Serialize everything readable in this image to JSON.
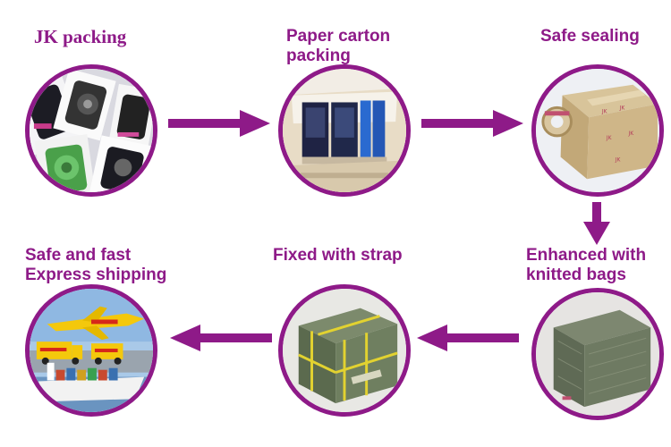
{
  "steps": [
    {
      "label": "JK packing"
    },
    {
      "label_line1": "Paper carton",
      "label_line2": "packing"
    },
    {
      "label": "Safe sealing"
    },
    {
      "label_line1": "Enhanced with",
      "label_line2": "knitted bags"
    },
    {
      "label": "Fixed with strap"
    },
    {
      "label_line1": "Safe and fast",
      "label_line2": "Express shipping"
    }
  ],
  "colors": {
    "accent": "#8e1a88"
  },
  "icons": [
    "arrow-right-icon",
    "arrow-down-icon",
    "arrow-left-icon"
  ]
}
